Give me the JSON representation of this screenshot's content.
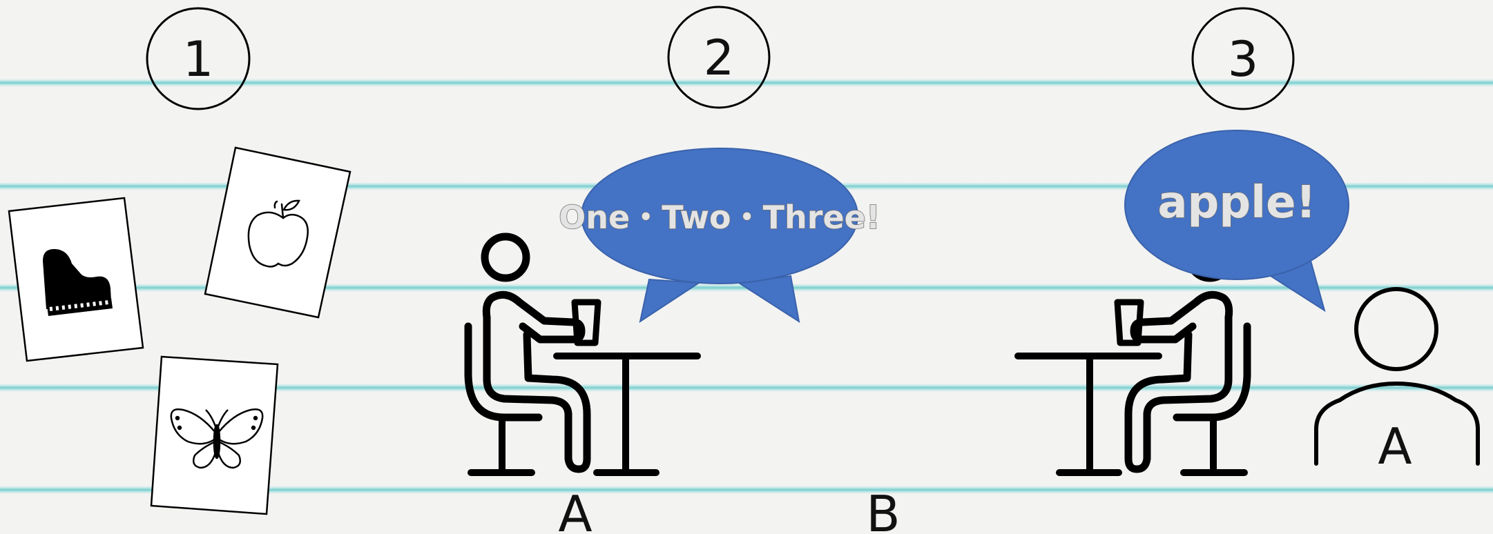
{
  "steps": [
    {
      "number": "1"
    },
    {
      "number": "2",
      "speech": "One・Two・Three!",
      "labels": [
        "A",
        "B"
      ]
    },
    {
      "number": "3",
      "speech": "apple!",
      "labels": [
        "A"
      ]
    }
  ],
  "cards": [
    {
      "icon": "piano-icon"
    },
    {
      "icon": "apple-icon"
    },
    {
      "icon": "butterfly-icon"
    }
  ],
  "colors": {
    "bubble": "#4472c4",
    "bubble_stroke": "#3a62ab",
    "ink": "#000000",
    "rule": "#78cece"
  }
}
